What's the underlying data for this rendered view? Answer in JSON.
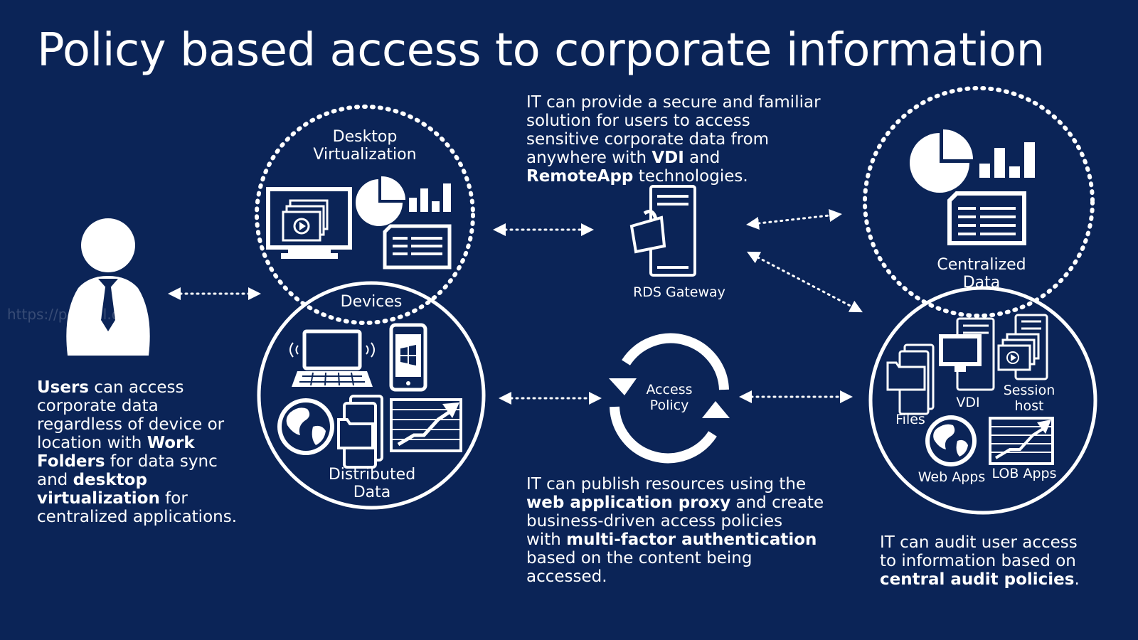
{
  "title": "Policy based access to corporate information",
  "watermark": "https://pptpkll.de",
  "users_text": {
    "bold1": "Users",
    "t1": " can access",
    "line2": "corporate data",
    "line3": "regardless of device or",
    "line4a": "location with ",
    "line4b": "Work",
    "line5a": "Folders",
    "line5b": " for data sync",
    "line6a": "and ",
    "line6b": "desktop",
    "line7a": "virtualization",
    "line7b": " for",
    "line8": "centralized applications."
  },
  "vdi_text": {
    "line1": "IT can provide a secure and familiar",
    "line2": "solution for users to access",
    "line3": "sensitive corporate data from",
    "line4a": "anywhere with ",
    "line4b": "VDI",
    "line4c": " and",
    "line5a": "RemoteApp",
    "line5b": " technologies."
  },
  "publish_text": {
    "line1": "IT can publish resources using the",
    "line2a": "web application proxy",
    "line2b": " and create",
    "line3": "business-driven access policies",
    "line4a": "with ",
    "line4b": "multi-factor authentication",
    "line5": "based on the content being",
    "line6": "accessed."
  },
  "audit_text": {
    "line1": "IT can audit user access",
    "line2": "to information based on",
    "line3a": "central audit policies",
    "line3b": "."
  },
  "labels": {
    "desktop_virtualization_1": "Desktop",
    "desktop_virtualization_2": "Virtualization",
    "devices": "Devices",
    "distributed_data_1": "Distributed",
    "distributed_data_2": "Data",
    "rds_gateway": "RDS Gateway",
    "access_policy_1": "Access",
    "access_policy_2": "Policy",
    "centralized_data_1": "Centralized",
    "centralized_data_2": "Data",
    "files": "Files",
    "vdi": "VDI",
    "session_host_1": "Session",
    "session_host_2": "host",
    "web_apps": "Web Apps",
    "lob_apps": "LOB Apps"
  },
  "colors": {
    "background": "#0b2457",
    "foreground": "#ffffff"
  },
  "icons": [
    "user-icon",
    "monitor-icon",
    "pie-chart-icon",
    "bar-chart-icon",
    "document-icon",
    "laptop-icon",
    "phone-icon",
    "globe-icon",
    "files-icon",
    "trend-chart-icon",
    "server-icon",
    "lock-icon",
    "refresh-cycle-icon",
    "session-host-icon",
    "vdi-monitor-icon"
  ]
}
